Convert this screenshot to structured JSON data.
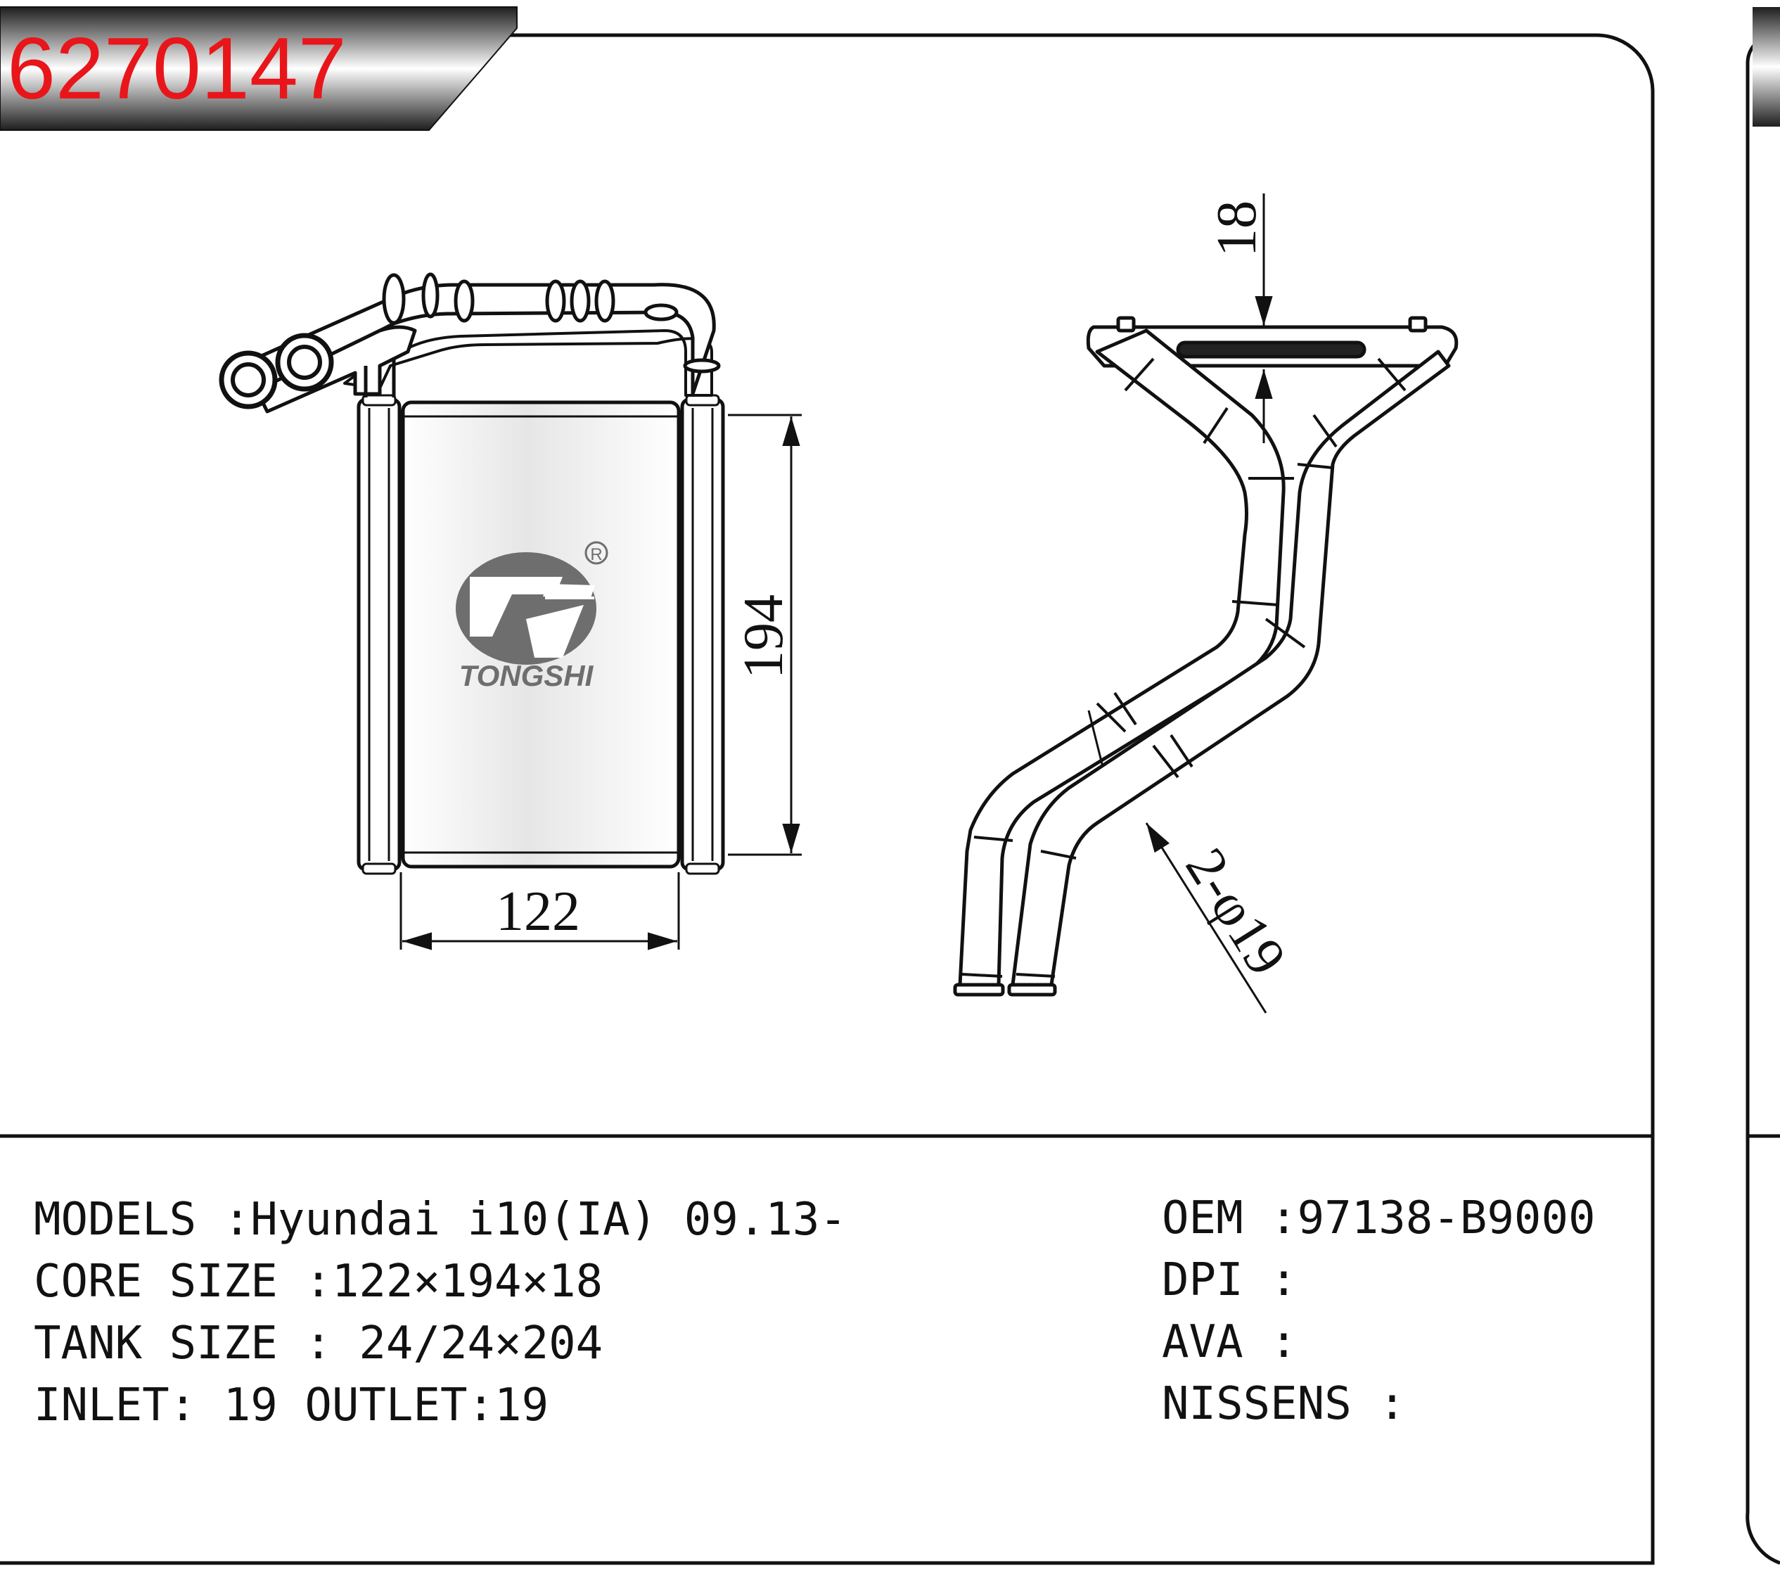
{
  "part_number": "6270147",
  "brand": {
    "name": "TONGSHI",
    "registered_mark": "R"
  },
  "dimensions": {
    "width": "122",
    "height": "194",
    "depth": "18",
    "pipes": "2-φ19"
  },
  "specs": {
    "models": "MODELS :Hyundai i10(IA) 09.13-",
    "core_size": "CORE SIZE :122×194×18",
    "tank_size": "TANK SIZE : 24/24×204",
    "inlet_outlet": "INLET: 19 OUTLET:19"
  },
  "references": {
    "oem": "OEM :97138-B9000",
    "dpi": "DPI :",
    "ava": "AVA :",
    "nissens": "NISSENS :"
  },
  "colors": {
    "part_number": "#e8161a",
    "logo": "#6e6e6e",
    "line": "#111111"
  }
}
